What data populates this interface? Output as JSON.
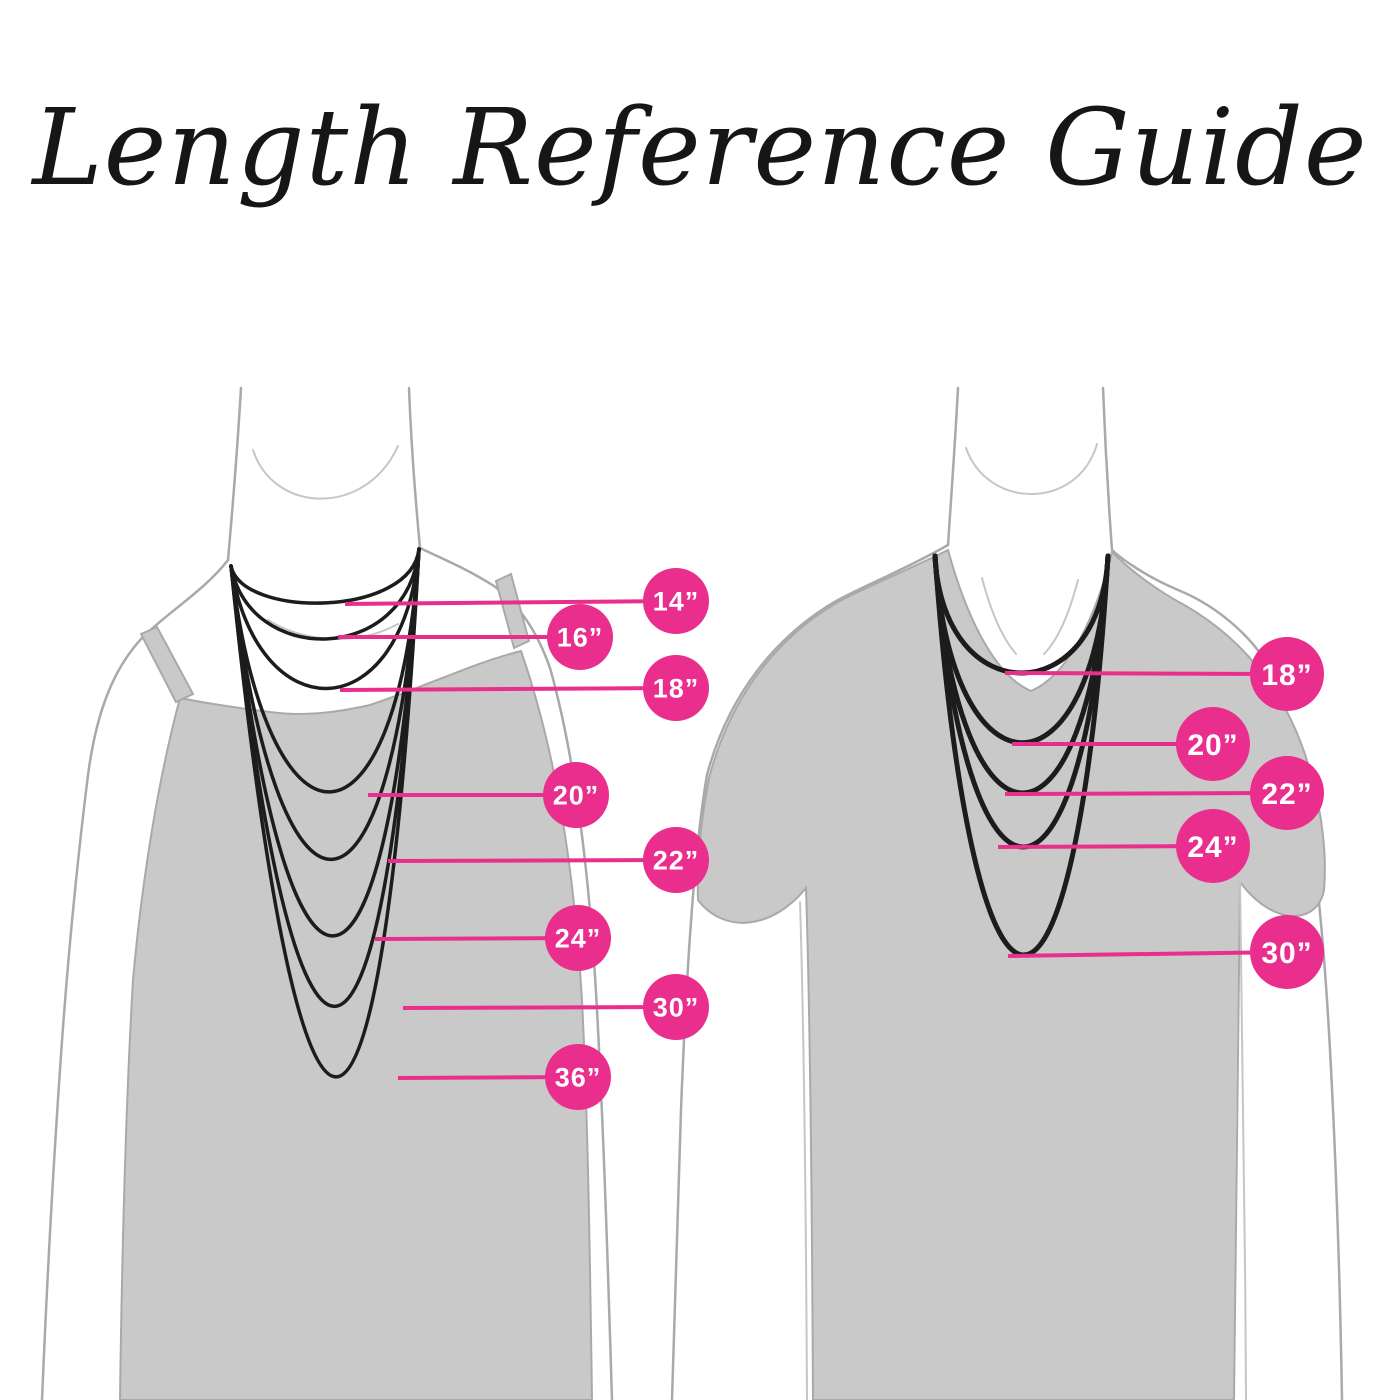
{
  "title": "Length Reference Guide",
  "colors": {
    "accent_pink": "#EA2E8D",
    "figure_gray": "#C9C9C9",
    "outline_gray": "#A9A9A9",
    "necklace_black": "#1C1C1C",
    "badge_text": "#FFFFFF",
    "title_text": "#161616",
    "background": "#FFFFFF"
  },
  "figures": {
    "left": {
      "description": "torso in camisole with layered necklaces",
      "labels": [
        "14”",
        "16”",
        "18”",
        "20”",
        "22”",
        "24”",
        "30”",
        "36”"
      ]
    },
    "right": {
      "description": "torso in t-shirt with layered necklaces",
      "labels": [
        "18”",
        "20”",
        "22”",
        "24”",
        "30”"
      ]
    }
  }
}
